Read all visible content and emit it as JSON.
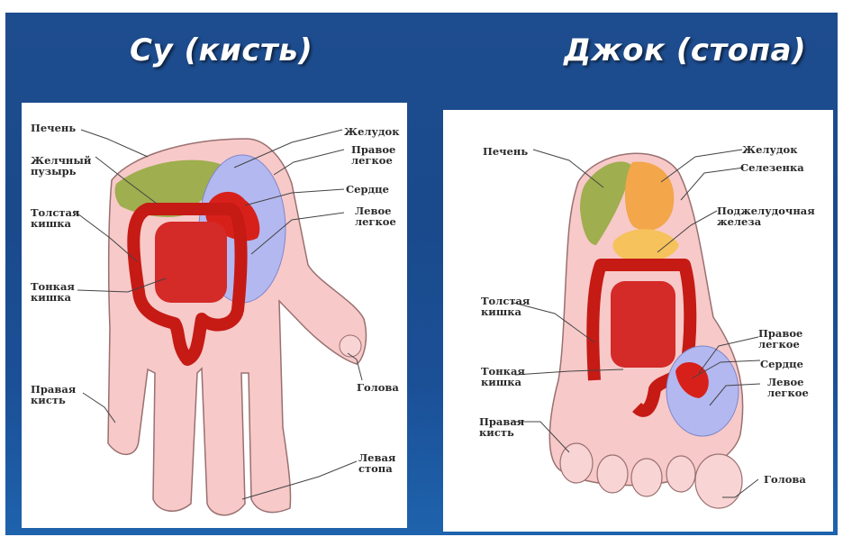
{
  "titles": {
    "left": "Су (кисть)",
    "right": "Джок (стопа)"
  },
  "colors": {
    "background": "#1b4f96",
    "skin": "#f7c9c9",
    "skin_outline": "#9a7070",
    "liver": "#9fae4e",
    "colon": "#c61a15",
    "intestine": "#d42a28",
    "heart": "#d8201a",
    "lung": "#b3b8f0",
    "stomach": "#f3a64a",
    "spleen": "#f08a2c",
    "pancreas": "#f6c25c"
  },
  "hand": {
    "labels": {
      "liver": "Печень",
      "gallbladder": "Желчный\nпузырь",
      "colon": "Толстая\nкишка",
      "small_intestine": "Тонкая\nкишка",
      "right_hand": "Правая\nкисть",
      "stomach": "Желудок",
      "right_lung": "Правое\nлегкое",
      "heart": "Сердце",
      "left_lung": "Левое\nлегкое",
      "head": "Голова",
      "left_foot": "Левая\nстопа"
    }
  },
  "foot": {
    "labels": {
      "liver": "Печень",
      "stomach": "Желудок",
      "spleen": "Селезенка",
      "pancreas": "Поджелудочная\nжелеза",
      "colon": "Толстая\nкишка",
      "small_intestine": "Тонкая\nкишка",
      "right_hand": "Правая\nкисть",
      "right_lung": "Правое\nлегкое",
      "heart": "Сердце",
      "left_lung": "Левое\nлегкое",
      "head": "Голова"
    }
  }
}
